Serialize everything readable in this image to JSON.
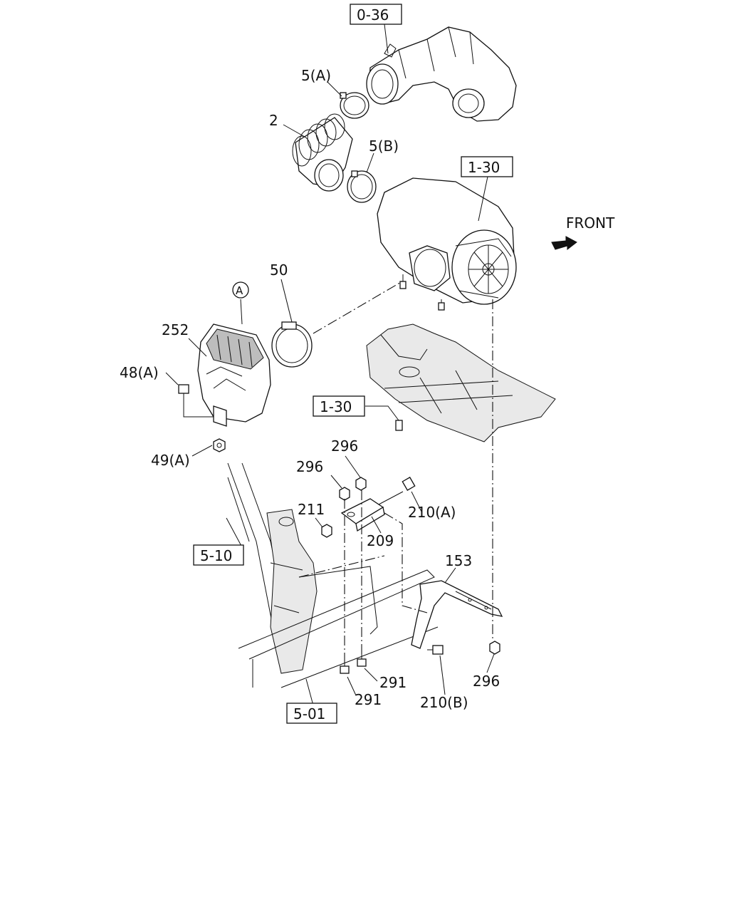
{
  "ref_labels": {
    "ref_0_36": "0-36",
    "ref_1_30_top": "1-30",
    "ref_1_30_mid": "1-30",
    "ref_5_10": "5-10",
    "ref_5_01": "5-01"
  },
  "part_labels": {
    "p5a": "5(A)",
    "p2": "2",
    "p5b": "5(B)",
    "p50": "50",
    "pA": "A",
    "p252": "252",
    "p48a": "48(A)",
    "p49a": "49(A)",
    "p296_a": "296",
    "p296_b": "296",
    "p211": "211",
    "p210a": "210(A)",
    "p209": "209",
    "p153": "153",
    "p291_a": "291",
    "p291_b": "291",
    "p210b": "210(B)",
    "p296_c": "296"
  },
  "direction_label": "FRONT",
  "colors": {
    "line": "#111111",
    "background": "#ffffff"
  }
}
